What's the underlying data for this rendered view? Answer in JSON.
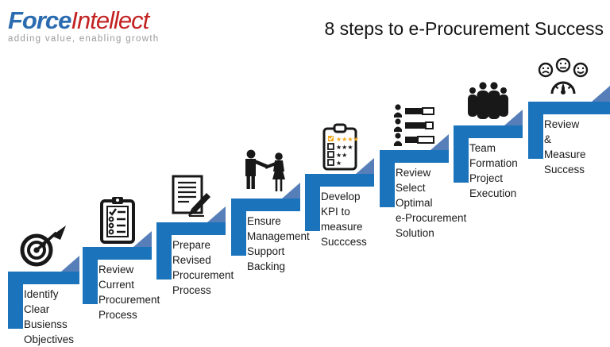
{
  "logo": {
    "part1": "Force",
    "part2": "Intellect",
    "tagline": "adding value, enabling growth"
  },
  "title": "8 steps to e-Procurement Success",
  "colors": {
    "bar_blue": "#1b74bb",
    "triangle_blue": "#567fba",
    "logo_blue": "#2b6cb0",
    "logo_red": "#c32222",
    "star_gold": "#f2a71b",
    "icon_black": "#181818"
  },
  "steps": [
    {
      "id": 1,
      "icon": "target-arrow-icon",
      "lines": [
        "Identify",
        "Clear",
        "Busienss",
        "Objectives"
      ]
    },
    {
      "id": 2,
      "icon": "clipboard-checklist-icon",
      "lines": [
        "Review",
        "Current",
        "Procurement",
        "Process"
      ]
    },
    {
      "id": 3,
      "icon": "document-pen-icon",
      "lines": [
        "Prepare",
        "Revised",
        "Procurement",
        "Process"
      ]
    },
    {
      "id": 4,
      "icon": "handshake-icon",
      "lines": [
        "Ensure",
        "Management",
        "Support",
        "Backing"
      ]
    },
    {
      "id": 5,
      "icon": "kpi-rating-icon",
      "lines": [
        "Develop",
        "KPI to",
        "measure",
        "Succcess"
      ]
    },
    {
      "id": 6,
      "icon": "vendor-selection-icon",
      "lines": [
        "Review",
        "Select",
        "Optimal",
        "e-Procurement",
        "Solution"
      ]
    },
    {
      "id": 7,
      "icon": "team-icon",
      "lines": [
        "Team",
        "Formation",
        "Project",
        "Execution"
      ]
    },
    {
      "id": 8,
      "icon": "satisfaction-gauge-icon",
      "lines": [
        "Review",
        "&",
        "Measure",
        "Success"
      ]
    }
  ]
}
